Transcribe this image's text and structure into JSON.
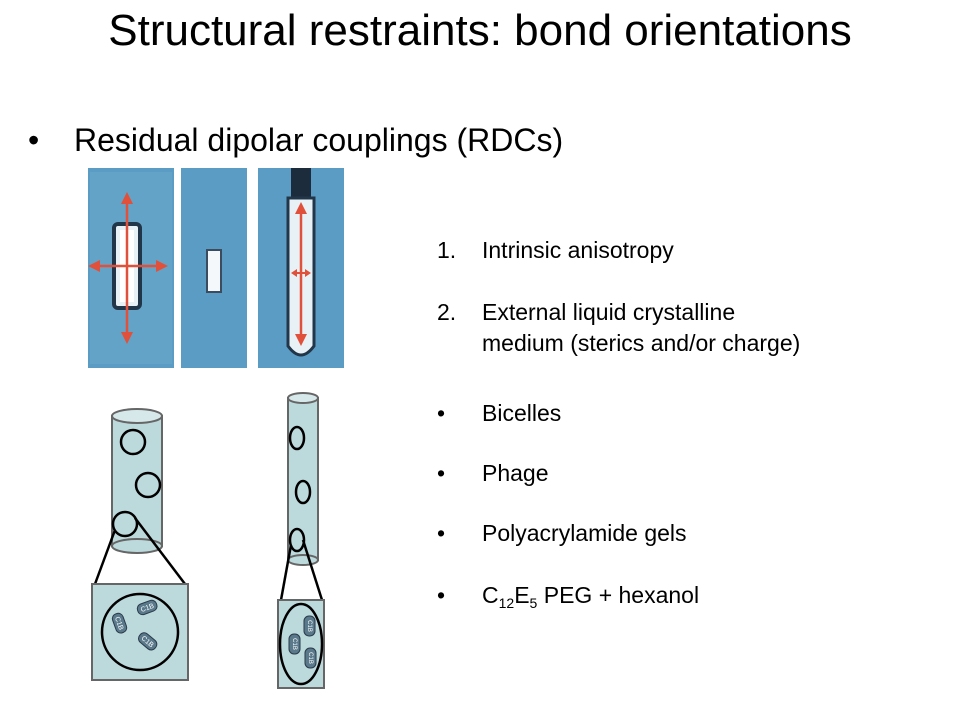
{
  "slide": {
    "title": "Structural restraints: bond orientations",
    "bullet": "Residual dipolar couplings (RDCs)"
  },
  "list": {
    "numbered": [
      {
        "num": "1.",
        "text": "Intrinsic anisotropy"
      },
      {
        "num": "2.",
        "text_line1": "External liquid crystalline",
        "text_line2": "medium (sterics and/or charge)"
      }
    ],
    "bullets": [
      "Bicelles",
      "Phage",
      "Polyacrylamide gels"
    ],
    "last": {
      "c": "C",
      "c_sub": "12",
      "e": "E",
      "e_sub": "5",
      "rest": " PEG + hexanol"
    }
  },
  "diagram": {
    "particle_label": "C1B"
  },
  "colors": {
    "photo_bg": "#5a9cc4",
    "arrow": "#e0503a",
    "tube_fill": "#bcd9dc"
  }
}
